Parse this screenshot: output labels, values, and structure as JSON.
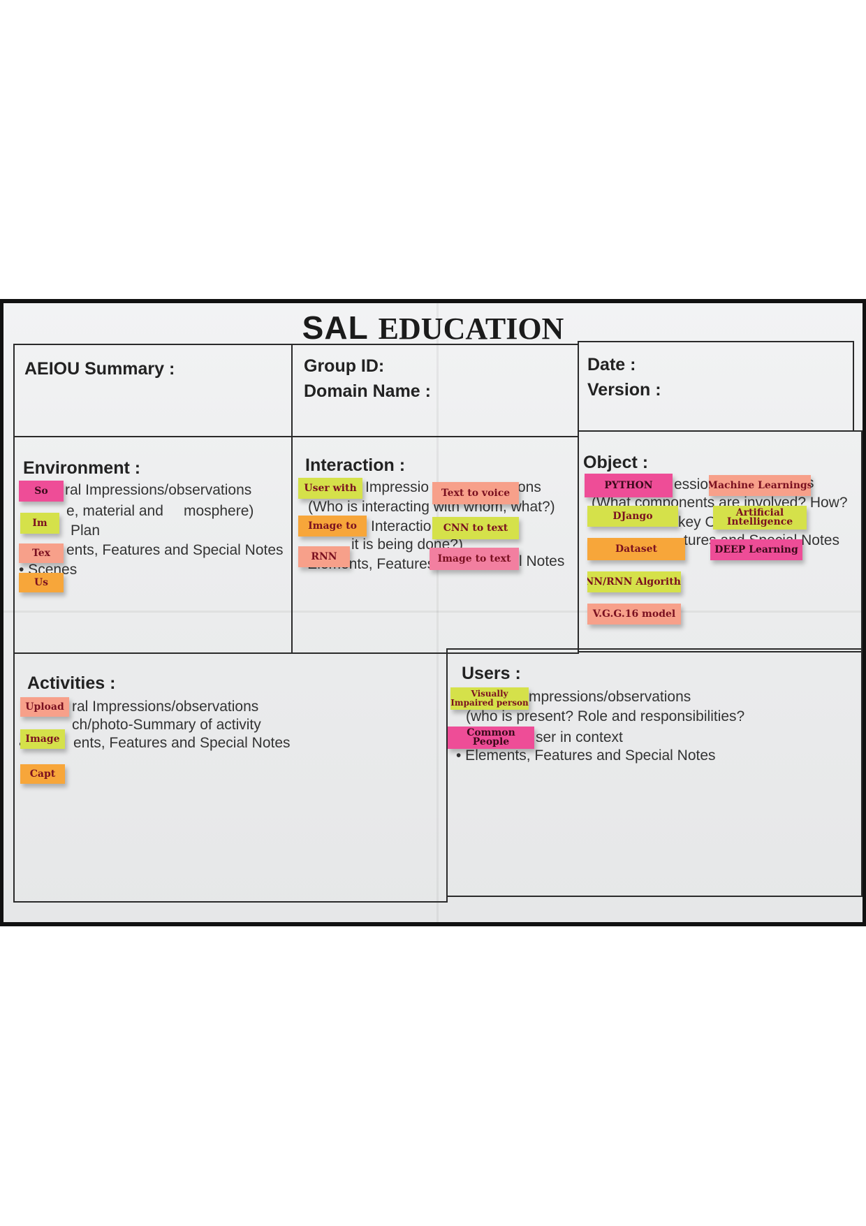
{
  "brand": {
    "logo_text": "SAL",
    "title": "EDUCATION"
  },
  "header": {
    "summary": "AEIOU Summary :",
    "group_id": "Group ID:",
    "domain_name": "Domain Name :",
    "date": "Date :",
    "version": "Version :"
  },
  "environment": {
    "heading": "Environment :",
    "lines": [
      "ral Impressions/observations",
      "e, material and",
      "mosphere)",
      "Plan",
      "ents, Features and Special Notes",
      "• Scenes"
    ],
    "notes": [
      "So",
      "Im",
      "Tex",
      "Us"
    ]
  },
  "interaction": {
    "heading": "Interaction :",
    "lines": [
      "Impressio",
      "ons",
      "(Who is interacting with whom, what?)",
      "Interactio",
      "it is being done?)",
      "• Elements, Features",
      "l Notes"
    ],
    "notes": [
      "User with",
      "Text to voice",
      "Image to",
      "CNN to text",
      "RNN",
      "Image to text"
    ]
  },
  "object": {
    "heading": "Object :",
    "lines": [
      "essio",
      "s",
      "(What components are involved? How?",
      "key O",
      "tures and Special Notes"
    ],
    "notes": [
      "PYTHON",
      "Machine Learnings",
      "DJango",
      "Artificial Intelligence",
      "Dataset",
      "DEEP Learning",
      "CNN/RNN Algorithm",
      "V.G.G.16 model"
    ]
  },
  "activities": {
    "heading": "Activities :",
    "lines": [
      "ral Impressions/observations",
      "ch/photo-Summary of activity",
      "• Ele",
      "ents, Features and Special Notes"
    ],
    "notes": [
      "Upload",
      "Image",
      "Capt"
    ]
  },
  "users": {
    "heading": "Users :",
    "lines": [
      "mpressions/observations",
      "(who is present? Role and responsibilities?",
      "ser in context",
      "• Elements, Features and Special Notes"
    ],
    "notes": [
      "Visually Impaired person",
      "Common People"
    ]
  }
}
